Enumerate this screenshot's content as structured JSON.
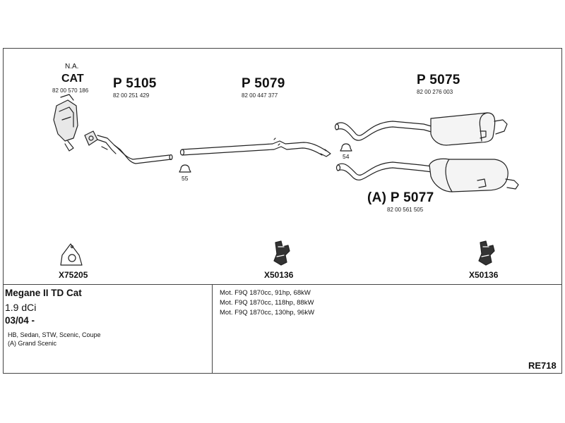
{
  "parts": {
    "cat_na": "N.A.",
    "cat_label": "CAT",
    "cat_ref": "82 00 570 186",
    "p5105": {
      "no": "P 5105",
      "ref": "82 00 251 429"
    },
    "p5079": {
      "no": "P 5079",
      "ref": "82 00 447 377"
    },
    "p5075": {
      "no": "P 5075",
      "ref": "82 00 276 003"
    },
    "p5077": {
      "no": "(A) P 5077",
      "ref": "82 00 561 505"
    }
  },
  "clamps": {
    "c55": "55",
    "c54": "54"
  },
  "accessories": {
    "gasket": "X75205",
    "hanger_1": "X50136",
    "hanger_2": "X50136"
  },
  "vehicle": {
    "model": "Megane II TD Cat",
    "engine": "1.9 dCi",
    "date": "03/04 -",
    "body": "HB, Sedan, STW, Scenic, Coupe",
    "variant": "(A) Grand Scenic"
  },
  "motors": [
    "Mot. F9Q 1870cc, 91hp, 68kW",
    "Mot. F9Q 1870cc, 118hp, 88kW",
    "Mot. F9Q 1870cc, 130hp, 96kW"
  ],
  "diagram_code": "RE718"
}
